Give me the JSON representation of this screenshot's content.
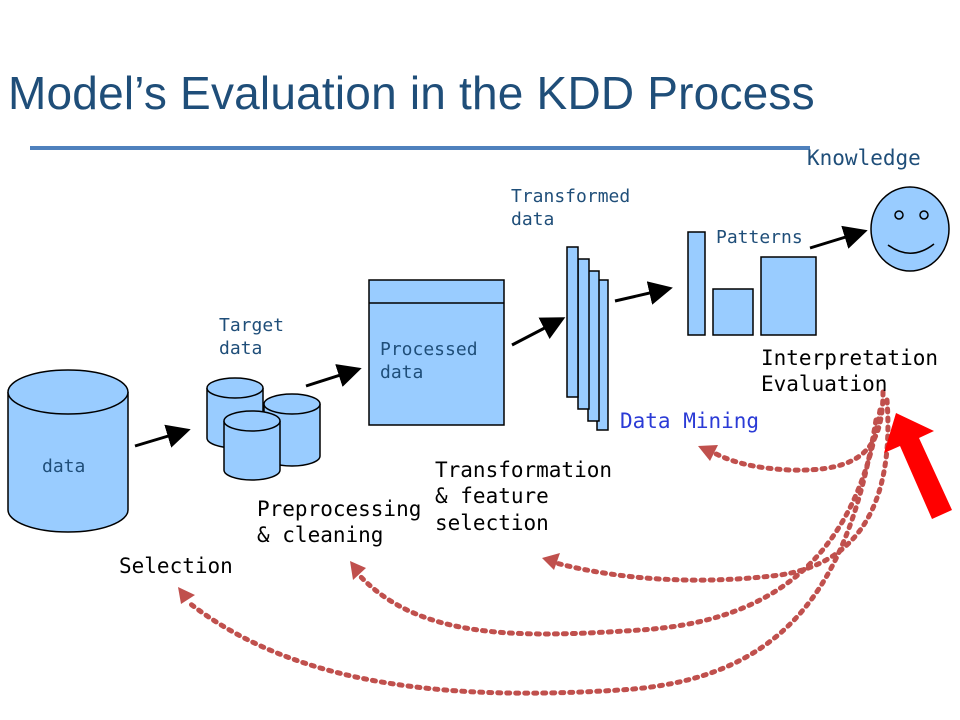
{
  "title": "Model’s Evaluation in the KDD Process",
  "labels": {
    "data": "data",
    "target": "Target\ndata",
    "processed": "Processed\ndata",
    "transformed": "Transformed\ndata",
    "patterns": "Patterns",
    "knowledge": "Knowledge",
    "selection": "Selection",
    "preprocessing": "Preprocessing\n& cleaning",
    "transformation": "Transformation\n& feature\nselection",
    "data_mining": "Data Mining",
    "interpretation": "Interpretation\nEvaluation"
  },
  "colors": {
    "title": "#1f4e79",
    "shape_fill": "#99ccff",
    "feedback": "#c0504d",
    "big_arrow": "#ff0000",
    "face": "#99ccff"
  },
  "icons": [
    "database-cylinder",
    "smiley-face",
    "arrow"
  ]
}
